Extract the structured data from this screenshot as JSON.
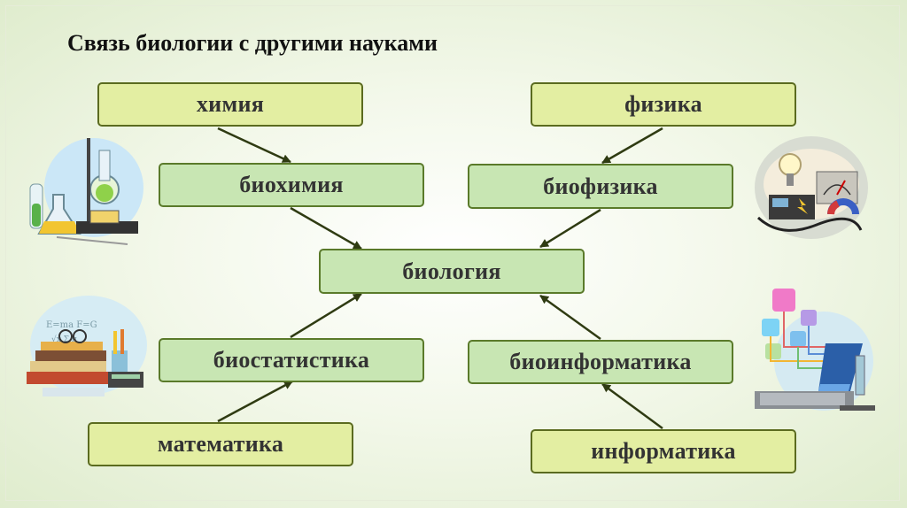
{
  "title": "Связь биологии с другими науками",
  "boxes": {
    "chemistry": "химия",
    "physics": "физика",
    "biochemistry": "биохимия",
    "biophysics": "биофизика",
    "biology": "биология",
    "biostatistics": "биостатистика",
    "bioinformatics": "биоинформатика",
    "mathematics": "математика",
    "informatics": "информатика"
  },
  "colors": {
    "science_box": "#e3eea2",
    "interdisciplinary_box": "#c8e6b3",
    "border": "#5b6b1f",
    "arrow": "#2f3b12"
  },
  "illustrations": [
    "chemistry-lab-icon",
    "physics-lab-icon",
    "math-books-icon",
    "computer-science-icon"
  ]
}
